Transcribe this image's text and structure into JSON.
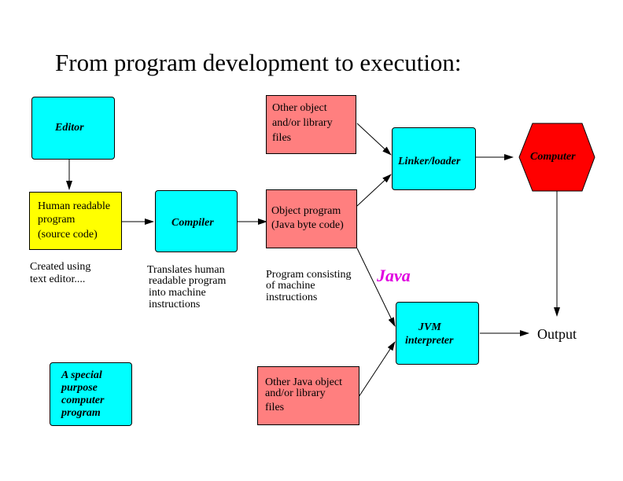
{
  "title": "From program development to execution:",
  "nodes": {
    "editor": "Editor",
    "source": [
      "Human readable",
      "program",
      "(source code)"
    ],
    "compiler": "Compiler",
    "other_obj": [
      "Other object",
      "and/or library",
      "files"
    ],
    "object_prog": [
      "Object program",
      "(Java byte code)"
    ],
    "linker": "Linker/loader",
    "computer": "Computer",
    "jvm": [
      "JVM",
      "interpreter"
    ],
    "other_java": [
      "Other Java object",
      "and/or library",
      "files"
    ],
    "special": [
      "A special",
      "purpose",
      "computer",
      "program"
    ],
    "output": "Output"
  },
  "notes": {
    "editor_note": [
      "Created using",
      "text editor...."
    ],
    "compiler_note": [
      "Translates human",
      "readable program",
      "into machine",
      "instructions"
    ],
    "object_note": [
      "Program consisting",
      "of machine",
      "instructions"
    ],
    "java": "Java"
  },
  "colors": {
    "process": "#00ffff",
    "file": "#ff7f7f",
    "source": "#ffff00",
    "computer": "#ff0000",
    "java": "#e000e0"
  }
}
